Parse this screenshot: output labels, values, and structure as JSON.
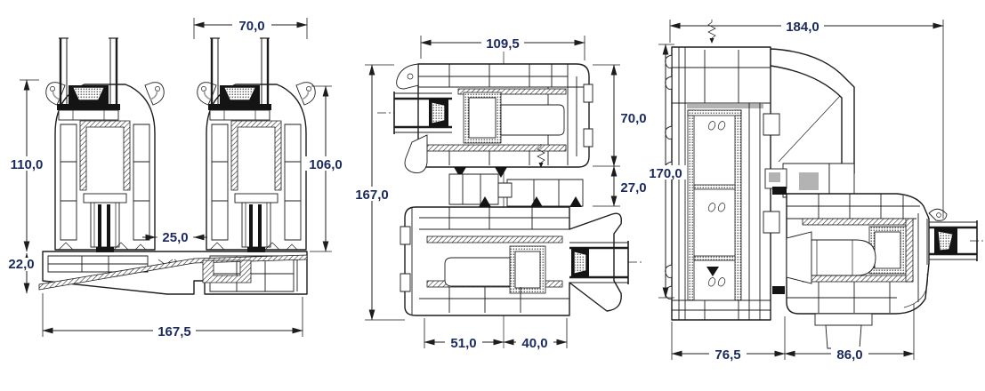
{
  "drawing": {
    "background": "#ffffff",
    "line_color": "#1d1d1d",
    "accent_gray": "#9a9a9a",
    "dim_text_color": "#1b2a5e"
  },
  "left_drawing": {
    "sash_width": "70,0",
    "height_left": "110,0",
    "height_right": "106,0",
    "center_gap": "25,0",
    "base_height": "22,0",
    "overall_width": "167,5"
  },
  "middle_drawing": {
    "top_width": "109,5",
    "right_depth": "70,0",
    "right_gap": "27,0",
    "overall_height": "167,0",
    "bottom_left": "51,0",
    "bottom_right": "40,0"
  },
  "right_drawing": {
    "overall_width": "184,0",
    "frame_height": "170,0",
    "bottom_left": "76,5",
    "bottom_right": "86,0"
  }
}
